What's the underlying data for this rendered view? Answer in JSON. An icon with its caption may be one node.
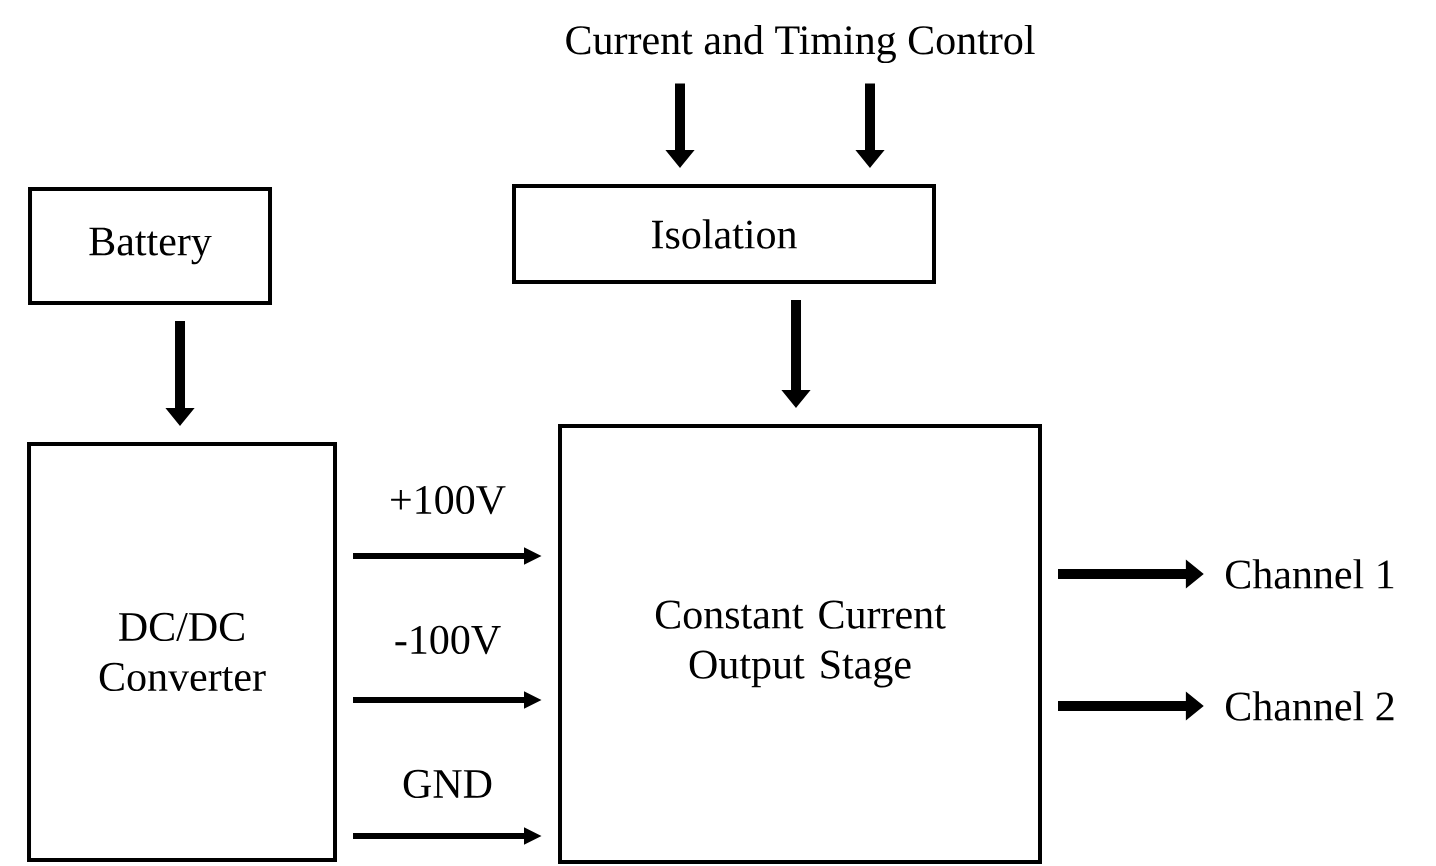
{
  "diagram": {
    "nodes": [
      {
        "text": [
          "Current and Timing Control"
        ]
      },
      {
        "text": [
          "Battery"
        ]
      },
      {
        "text": [
          "Isolation"
        ]
      },
      {
        "text": [
          "DC/DC Converter"
        ]
      },
      {
        "text": [
          "Constant Current Output Stage"
        ]
      },
      {
        "text": [
          "Channel 1"
        ]
      },
      {
        "text": [
          "Channel 2"
        ]
      }
    ],
    "edges": [
      {
        "from": 0,
        "to": 2,
        "arrow": "to"
      },
      {
        "from": 0,
        "to": 2,
        "arrow": "to"
      },
      {
        "from": 1,
        "to": 3,
        "arrow": "to"
      },
      {
        "from": 2,
        "to": 4,
        "arrow": "to"
      },
      {
        "from": 3,
        "to": 4,
        "arrow": "to",
        "label": "+100V"
      },
      {
        "from": 3,
        "to": 4,
        "arrow": "to",
        "label": "-100V"
      },
      {
        "from": 3,
        "to": 4,
        "arrow": "to",
        "label": "GND"
      },
      {
        "from": 4,
        "to": 5,
        "arrow": "to"
      },
      {
        "from": 4,
        "to": 6,
        "arrow": "to"
      }
    ]
  }
}
